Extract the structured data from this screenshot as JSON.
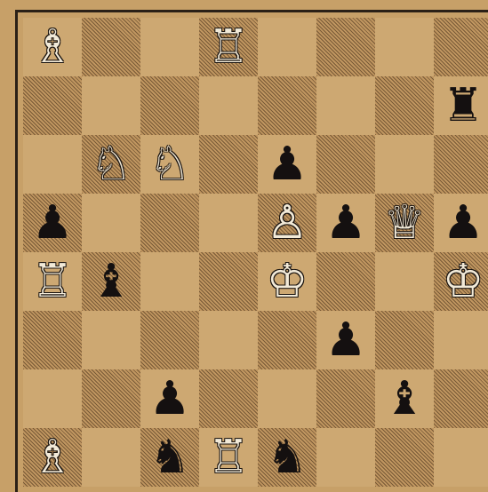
{
  "board": {
    "light_color": "#cda872",
    "dark_color": "#c09660",
    "pieces": [
      {
        "square": "a8",
        "glyph": "♗",
        "color": "white",
        "name": "white-bishop"
      },
      {
        "square": "d8",
        "glyph": "♖",
        "color": "white",
        "name": "white-rook"
      },
      {
        "square": "h7",
        "glyph": "♜",
        "color": "black",
        "name": "black-rook"
      },
      {
        "square": "b6",
        "glyph": "♘",
        "color": "white",
        "name": "white-knight"
      },
      {
        "square": "c6",
        "glyph": "♘",
        "color": "white",
        "name": "white-knight"
      },
      {
        "square": "e6",
        "glyph": "♟",
        "color": "black",
        "name": "black-pawn"
      },
      {
        "square": "a5",
        "glyph": "♟",
        "color": "black",
        "name": "black-pawn"
      },
      {
        "square": "e5",
        "glyph": "♙",
        "color": "white",
        "name": "white-pawn"
      },
      {
        "square": "f5",
        "glyph": "♟",
        "color": "black",
        "name": "black-pawn"
      },
      {
        "square": "g5",
        "glyph": "♕",
        "color": "white",
        "name": "white-queen"
      },
      {
        "square": "h5",
        "glyph": "♟",
        "color": "black",
        "name": "black-pawn"
      },
      {
        "square": "a4",
        "glyph": "♖",
        "color": "white",
        "name": "white-rook"
      },
      {
        "square": "b4",
        "glyph": "♝",
        "color": "black",
        "name": "black-bishop"
      },
      {
        "square": "e4",
        "glyph": "♔",
        "color": "white",
        "name": "white-king"
      },
      {
        "square": "h4",
        "glyph": "♔",
        "color": "white",
        "name": "white-king"
      },
      {
        "square": "f3",
        "glyph": "♟",
        "color": "black",
        "name": "black-pawn"
      },
      {
        "square": "c2",
        "glyph": "♟",
        "color": "black",
        "name": "black-pawn"
      },
      {
        "square": "g2",
        "glyph": "♝",
        "color": "black",
        "name": "black-bishop"
      },
      {
        "square": "a1",
        "glyph": "♗",
        "color": "white",
        "name": "white-bishop"
      },
      {
        "square": "c1",
        "glyph": "♞",
        "color": "black",
        "name": "black-knight"
      },
      {
        "square": "d1",
        "glyph": "♖",
        "color": "white",
        "name": "white-rook"
      },
      {
        "square": "e1",
        "glyph": "♞",
        "color": "black",
        "name": "black-knight"
      }
    ]
  }
}
